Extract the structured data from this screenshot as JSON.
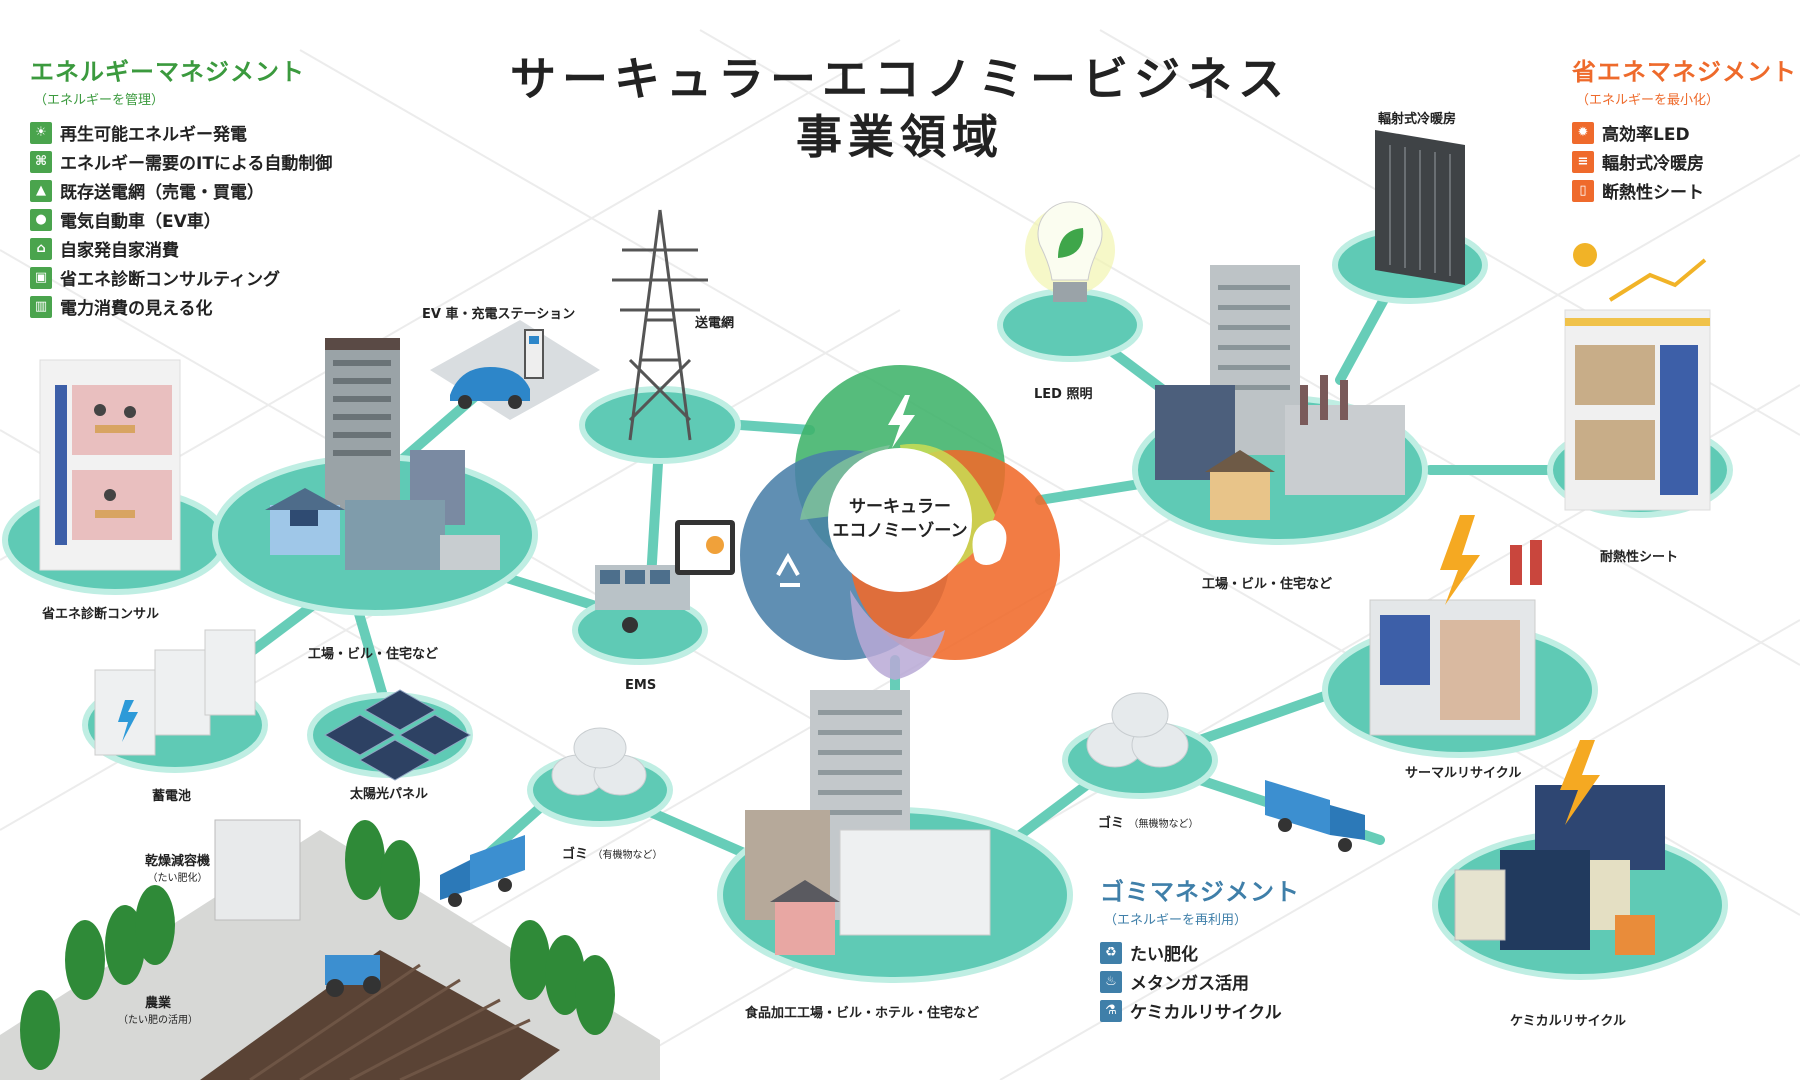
{
  "title": {
    "line1": "サーキュラーエコノミービジネス",
    "line2": "事業領域"
  },
  "center": {
    "line1": "サーキュラー",
    "line2": "エコノミーゾーン"
  },
  "colors": {
    "green": "#4aa44d",
    "orange": "#ef6a2c",
    "blue": "#3f7fa9",
    "teal": "#4fcab2",
    "venn_green": "#3fb36a",
    "venn_orange": "#f06a2a",
    "venn_blue": "#4a7fa8"
  },
  "energy_management": {
    "heading": "エネルギーマネジメント",
    "subheading": "（エネルギーを管理）",
    "items": [
      {
        "label": "再生可能エネルギー発電",
        "icon": "solar-power-icon"
      },
      {
        "label": "エネルギー需要のITによる自動制御",
        "icon": "network-control-icon"
      },
      {
        "label": "既存送電網（売電・買電）",
        "icon": "transmission-tower-icon"
      },
      {
        "label": "電気自動車（EV車）",
        "icon": "electric-car-icon"
      },
      {
        "label": "自家発自家消費",
        "icon": "house-power-icon"
      },
      {
        "label": "省エネ診断コンサルティング",
        "icon": "consulting-icon"
      },
      {
        "label": "電力消費の見える化",
        "icon": "chart-icon"
      }
    ]
  },
  "saving_management": {
    "heading": "省エネマネジメント",
    "subheading": "（エネルギーを最小化）",
    "items": [
      {
        "label": "高効率LED",
        "icon": "light-bulb-icon"
      },
      {
        "label": "輻射式冷暖房",
        "icon": "radiator-icon"
      },
      {
        "label": "断熱性シート",
        "icon": "insulation-sheet-icon"
      }
    ]
  },
  "waste_management": {
    "heading": "ゴミマネジメント",
    "subheading": "（エネルギーを再利用）",
    "items": [
      {
        "label": "たい肥化",
        "icon": "compost-icon"
      },
      {
        "label": "メタンガス活用",
        "icon": "gas-flame-icon"
      },
      {
        "label": "ケミカルリサイクル",
        "icon": "chemical-recycle-icon"
      }
    ]
  },
  "nodes": {
    "consulting": "省エネ診断コンサル",
    "factory_left": "工場・ビル・住宅など",
    "ev_station": "EV 車・充電ステーション",
    "grid": "送電網",
    "ems": "EMS",
    "battery": "蓄電池",
    "solar_panel": "太陽光パネル",
    "led": "LED 照明",
    "radiant": "輻射式冷暖房",
    "factory_right": "工場・ビル・住宅など",
    "heat_sheet": "耐熱性シート",
    "thermal_recycle": "サーマルリサイクル",
    "waste_inorganic": "ゴミ",
    "waste_inorganic_sub": "（無機物など）",
    "waste_organic": "ゴミ",
    "waste_organic_sub": "（有機物など）",
    "dryer": "乾燥減容機",
    "dryer_sub": "（たい肥化）",
    "agriculture": "農業",
    "agriculture_sub": "（たい肥の活用）",
    "food_factory": "食品加工工場・ビル・ホテル・住宅など",
    "chemical_recycle": "ケミカルリサイクル"
  }
}
